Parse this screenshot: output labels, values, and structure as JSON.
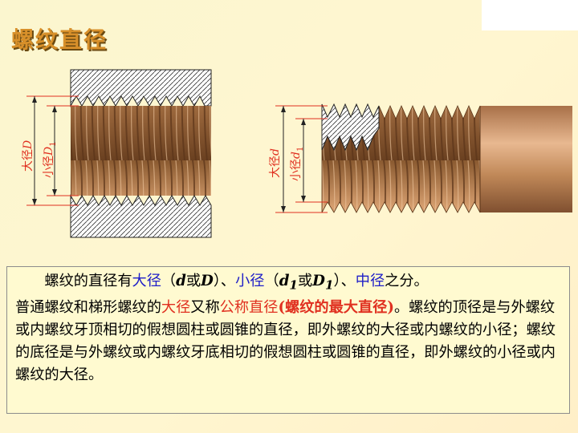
{
  "title": "螺纹直径",
  "labels": {
    "major_D": "大径",
    "major_D_sym": "D",
    "minor_D1": "小径",
    "minor_D1_sym": "D",
    "minor_D1_sub": "1",
    "major_d": "大径",
    "major_d_sym": "d",
    "minor_d1": "小径",
    "minor_d1_sym": "d",
    "minor_d1_sub": "1"
  },
  "text": {
    "p1_a": "螺纹的直径有",
    "p1_major": "大径",
    "p1_b": "（",
    "p1_d": "d",
    "p1_or1": "或",
    "p1_D": "D",
    "p1_c": "）、",
    "p1_minor": "小径",
    "p1_d2": "（",
    "p1_d1": "d",
    "p1_d1_sub": "1",
    "p1_or2": "或",
    "p1_D1": "D",
    "p1_D1_sub": "1",
    "p1_e": "）、",
    "p1_pitch": "中径",
    "p1_f": "之分。",
    "p2_a": "普通螺纹和梯形螺纹的",
    "p2_major": "大径",
    "p2_b": "又称",
    "p2_nominal": "公称直径",
    "p2_paren": "(螺纹的最大直径)",
    "p2_c": "。螺纹的顶径是与外螺纹或内螺纹牙顶相切的假想圆柱或圆锥的直径，即外螺纹的大径或内螺纹的小径；螺纹的底径是与外螺纹或内螺纹牙底相切的假想圆柱或圆锥的直径，即外螺纹的小径或内螺纹的大径。"
  },
  "colors": {
    "title": "#d8902a",
    "blue": "#2020c8",
    "red": "#e03020"
  }
}
